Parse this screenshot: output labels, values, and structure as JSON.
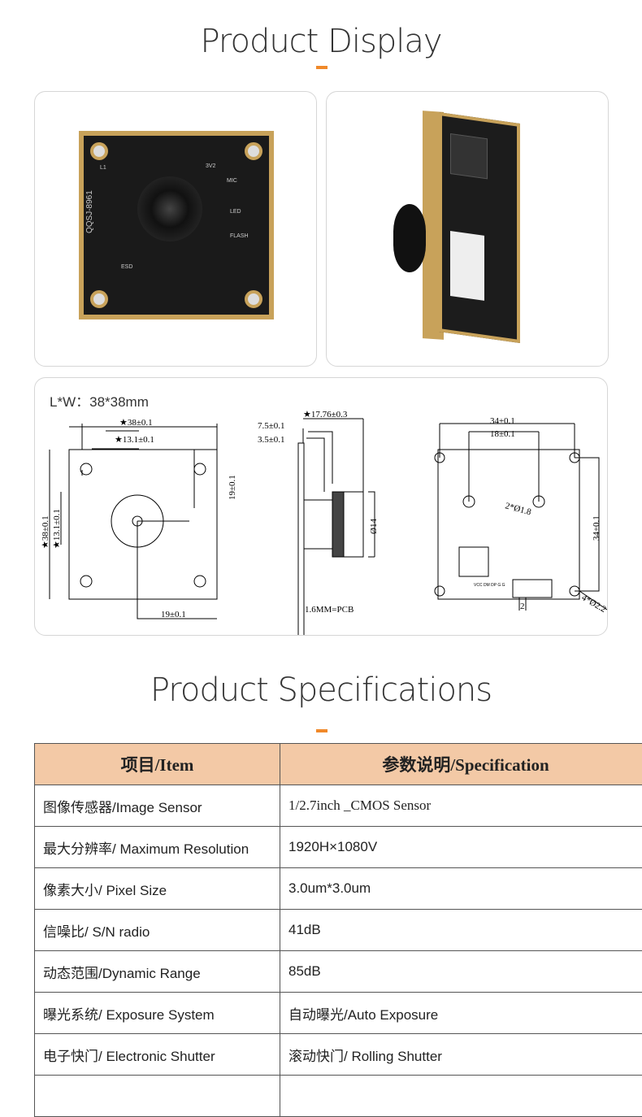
{
  "display": {
    "title": "Product Display",
    "accent": "#f0892a"
  },
  "front_board": {
    "model": "QQSJ-8961",
    "labels": [
      "L1",
      "3V2",
      "MIC",
      "LED",
      "FLASH",
      "ESD"
    ]
  },
  "drawings": {
    "size_label": "L*W：38*38mm",
    "front": {
      "width": "★38±0.1",
      "lens_offset": "★13.1±0.1",
      "height": "★38±0.1",
      "lens_v": "★13.1±0.1",
      "center_v": "19±0.1",
      "center_h": "19±0.1"
    },
    "side": {
      "total": "★17.76±0.3",
      "d1": "7.5±0.1",
      "d2": "3.5±0.1",
      "lens_dia": "Ø14",
      "pcb": "1.6MM=PCB"
    },
    "back": {
      "hole_span": "34±0.1",
      "hole_mid": "18±0.1",
      "mount": "2*Ø1.8",
      "height": "34±0.1",
      "corner": "4*Ø2.2",
      "pin": "2",
      "pins": "VCC DM DP G G"
    }
  },
  "specs": {
    "title": "Product Specifications",
    "headers": [
      "项目/Item",
      "参数说明/Specification"
    ],
    "rows": [
      [
        "图像传感器/Image Sensor",
        "1/2.7inch _CMOS Sensor"
      ],
      [
        "最大分辨率/ Maximum Resolution",
        "1920H×1080V"
      ],
      [
        "像素大小/ Pixel Size",
        "3.0um*3.0um"
      ],
      [
        "信噪比/ S/N radio",
        "41dB"
      ],
      [
        "动态范围/Dynamic Range",
        "85dB"
      ],
      [
        "曝光系统/ Exposure System",
        "自动曝光/Auto Exposure"
      ],
      [
        "电子快门/ Electronic Shutter",
        "滚动快门/ Rolling Shutter"
      ]
    ]
  }
}
